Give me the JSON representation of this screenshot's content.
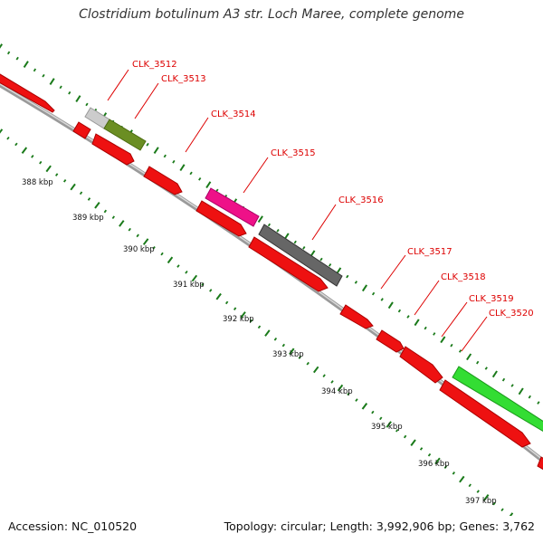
{
  "title": "Clostridium botulinum A3 str. Loch Maree, complete genome",
  "footer": {
    "accession": "Accession: NC_010520",
    "topology": "Topology: circular; Length: 3,992,906 bp; Genes: 3,762"
  },
  "colors": {
    "backbone": "#9a9a9a",
    "tick": "#1a7a1a",
    "label": "#dd0000",
    "gene_default": "#ee1111"
  },
  "scale_labels": [
    "388 kbp",
    "389 kbp",
    "390 kbp",
    "391 kbp",
    "392 kbp",
    "393 kbp",
    "394 kbp",
    "395 kbp",
    "396 kbp",
    "397 kbp"
  ],
  "labeled_genes": [
    {
      "name": "CLK_3512",
      "color": "#cccccc"
    },
    {
      "name": "CLK_3513",
      "color": "#6b8e23"
    },
    {
      "name": "CLK_3514",
      "color": "#ee1111"
    },
    {
      "name": "CLK_3515",
      "color": "#ee1188"
    },
    {
      "name": "CLK_3516",
      "color": "#666666"
    },
    {
      "name": "CLK_3517",
      "color": "#ee1111"
    },
    {
      "name": "CLK_3518",
      "color": "#ee1111"
    },
    {
      "name": "CLK_3519",
      "color": "#ee1111"
    },
    {
      "name": "CLK_3520",
      "color": "#33dd33"
    }
  ]
}
